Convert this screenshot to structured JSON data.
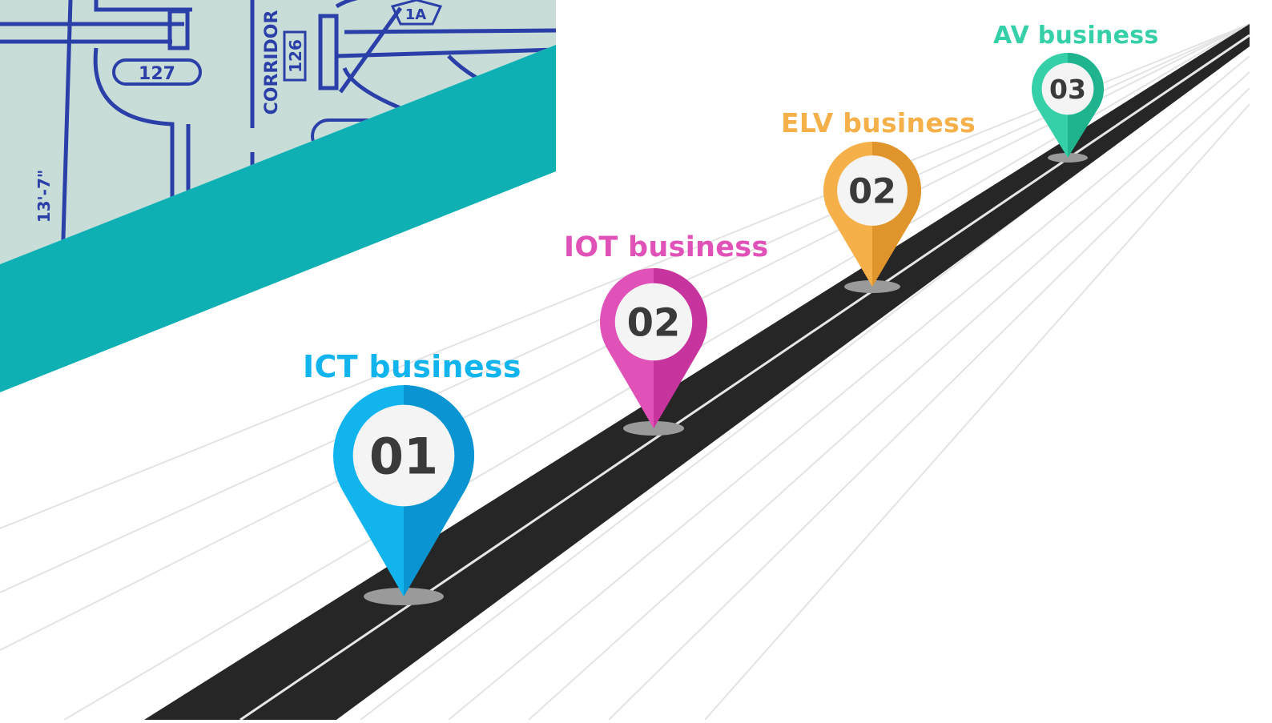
{
  "colors": {
    "teal_band": "#0fb0b4",
    "blueprint_bg": "#c9ddd8",
    "blueprint_ink": "#2a3fa8",
    "road": "#262626",
    "road_line": "#e6e6e6",
    "pin_number_text": "#3a3a3a"
  },
  "blueprint": {
    "room_127": "127",
    "room_126": "126",
    "corridor": "CORRIDOR",
    "room_1a": "1A",
    "dimension": "13'-7\""
  },
  "milestones": [
    {
      "number": "01",
      "label": "ICT business",
      "color": "#12b4ee",
      "shade": "#0a94d2",
      "icon": "map-pin-icon"
    },
    {
      "number": "02",
      "label": "IOT business",
      "color": "#e052b8",
      "shade": "#c8349e",
      "icon": "map-pin-icon"
    },
    {
      "number": "02",
      "label": "ELV business",
      "color": "#f5b04a",
      "shade": "#e0952c",
      "icon": "map-pin-icon"
    },
    {
      "number": "03",
      "label": "AV business",
      "color": "#35d0a8",
      "shade": "#1fb48e",
      "icon": "map-pin-icon"
    }
  ]
}
